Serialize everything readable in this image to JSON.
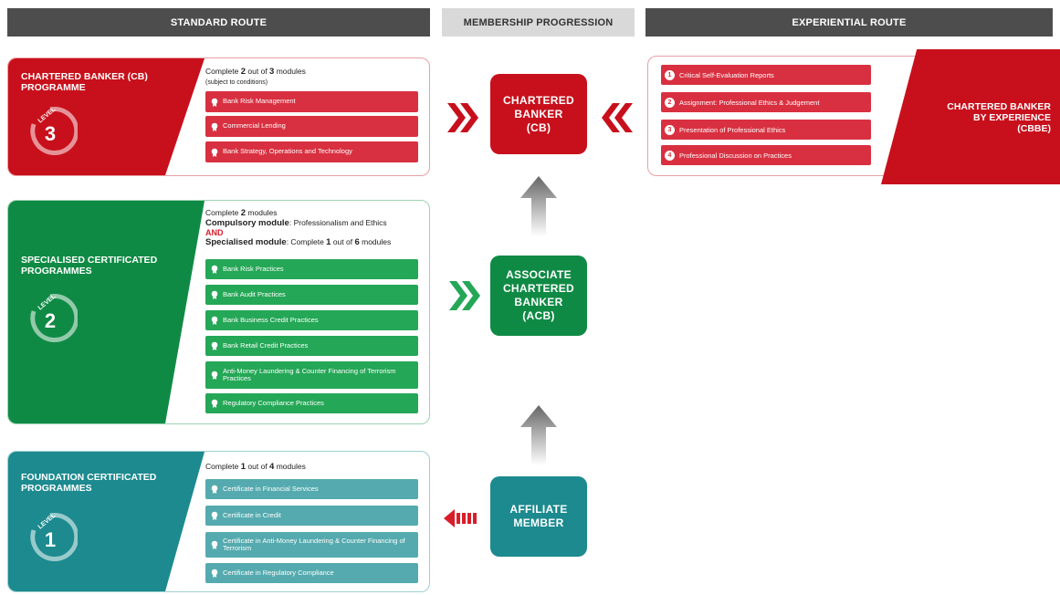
{
  "headers": {
    "standard": "STANDARD ROUTE",
    "membership": "MEMBERSHIP PROGRESSION",
    "experiential": "EXPERIENTIAL ROUTE"
  },
  "colors": {
    "red": "#c8101c",
    "red_module": "#d83040",
    "green": "#0f8a44",
    "green_module": "#24a756",
    "teal": "#1c8a8f",
    "teal_module": "#54aaae",
    "header_dark": "#4d4d4d",
    "header_light": "#d9d9d9"
  },
  "level3": {
    "title": "CHARTERED BANKER (CB)\nPROGRAMME",
    "level_word": "LEVEL",
    "level_num": "3",
    "intro_pre": "Complete ",
    "intro_n1": "2",
    "intro_mid": " out of ",
    "intro_n2": "3",
    "intro_post": " modules",
    "intro_sub": "(subject to conditions)",
    "modules": [
      "Bank Risk Management",
      "Commercial Lending",
      "Bank Strategy, Operations and Technology"
    ]
  },
  "level2": {
    "title": "SPECIALISED CERTIFICATED\nPROGRAMMES",
    "level_word": "LEVEL",
    "level_num": "2",
    "intro_pre": "Complete ",
    "intro_n1": "2",
    "intro_post": " modules",
    "compulsory_label": "Compulsory module",
    "compulsory_text": ": Professionalism and Ethics",
    "and": "AND",
    "specialised_label": "Specialised module",
    "specialised_pre": ": Complete ",
    "specialised_n1": "1",
    "specialised_mid": " out of ",
    "specialised_n2": "6",
    "specialised_post": " modules",
    "modules": [
      "Bank Risk Practices",
      "Bank Audit Practices",
      "Bank Business Credit Practices",
      "Bank Retail Credit Practices",
      "Anti-Money Laundering & Counter Financing of Terrorism Practices",
      "Regulatory Compliance Practices"
    ]
  },
  "level1": {
    "title": "FOUNDATION CERTIFICATED\nPROGRAMMES",
    "level_word": "LEVEL",
    "level_num": "1",
    "intro_pre": "Complete ",
    "intro_n1": "1",
    "intro_mid": " out of ",
    "intro_n2": "4",
    "intro_post": " modules",
    "modules": [
      "Certificate in Financial Services",
      "Certificate in Credit",
      "Certificate in Anti-Money Laundering & Counter Financing of Terrorism",
      "Certificate in Regulatory Compliance"
    ]
  },
  "progression": {
    "cb": "CHARTERED\nBANKER\n(CB)",
    "acb": "ASSOCIATE\nCHARTERED\nBANKER\n(ACB)",
    "affiliate": "AFFILIATE\nMEMBER"
  },
  "experiential": {
    "title": "CHARTERED BANKER\nBY EXPERIENCE\n(CBBE)",
    "items": [
      {
        "num": "1",
        "label": "Critical Self-Evaluation Reports"
      },
      {
        "num": "2",
        "label": "Assignment: Professional Ethics & Judgement"
      },
      {
        "num": "3",
        "label": "Presentation of Professional Ethics"
      },
      {
        "num": "4",
        "label": "Professional Discussion on Practices"
      }
    ]
  }
}
